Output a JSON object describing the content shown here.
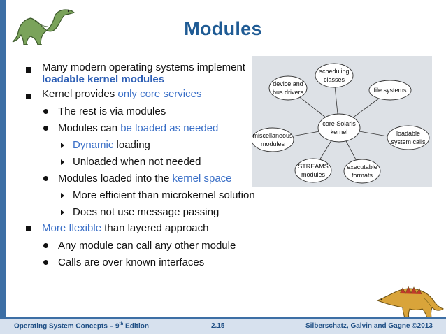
{
  "title": "Modules",
  "bullets": {
    "b1_line1": "Many modern operating systems implement",
    "b1_line2": "loadable kernel modules",
    "b2_prefix": "Kernel provides ",
    "b2_highlight": "only core services",
    "b3": "The rest is via modules",
    "b4_prefix": "Modules can ",
    "b4_highlight": "be loaded as needed",
    "b5_highlight": "Dynamic",
    "b5_suffix": " loading",
    "b6": "Unloaded when not needed",
    "b7_prefix": "Modules loaded into the ",
    "b7_highlight": "kernel space",
    "b8": "More efficient than microkernel solution",
    "b9": "Does not use message passing",
    "b10_highlight": "More flexible",
    "b10_suffix": " than layered approach",
    "b11": "Any module can call any other module",
    "b12": "Calls are over known interfaces"
  },
  "diagram": {
    "center": [
      "core Solaris",
      "kernel"
    ],
    "scheduling": [
      "scheduling",
      "classes"
    ],
    "device": [
      "device and",
      "bus drivers"
    ],
    "filesystems": [
      "file systems"
    ],
    "misc": [
      "miscellaneous",
      "modules"
    ],
    "loadable": [
      "loadable",
      "system calls"
    ],
    "streams": [
      "STREAMS",
      "modules"
    ],
    "executable": [
      "executable",
      "formats"
    ]
  },
  "footer": {
    "left": "Operating System Concepts – 9",
    "left_sup": "th",
    "left_suffix": " Edition",
    "page": "2.15",
    "right": "Silberschatz, Galvin and Gagne ©2013"
  },
  "colors": {
    "title": "#1f5b94",
    "highlight": "#3a6fc7",
    "footer_bg": "#d7e1ee",
    "diagram_bg": "#dde1e6"
  }
}
